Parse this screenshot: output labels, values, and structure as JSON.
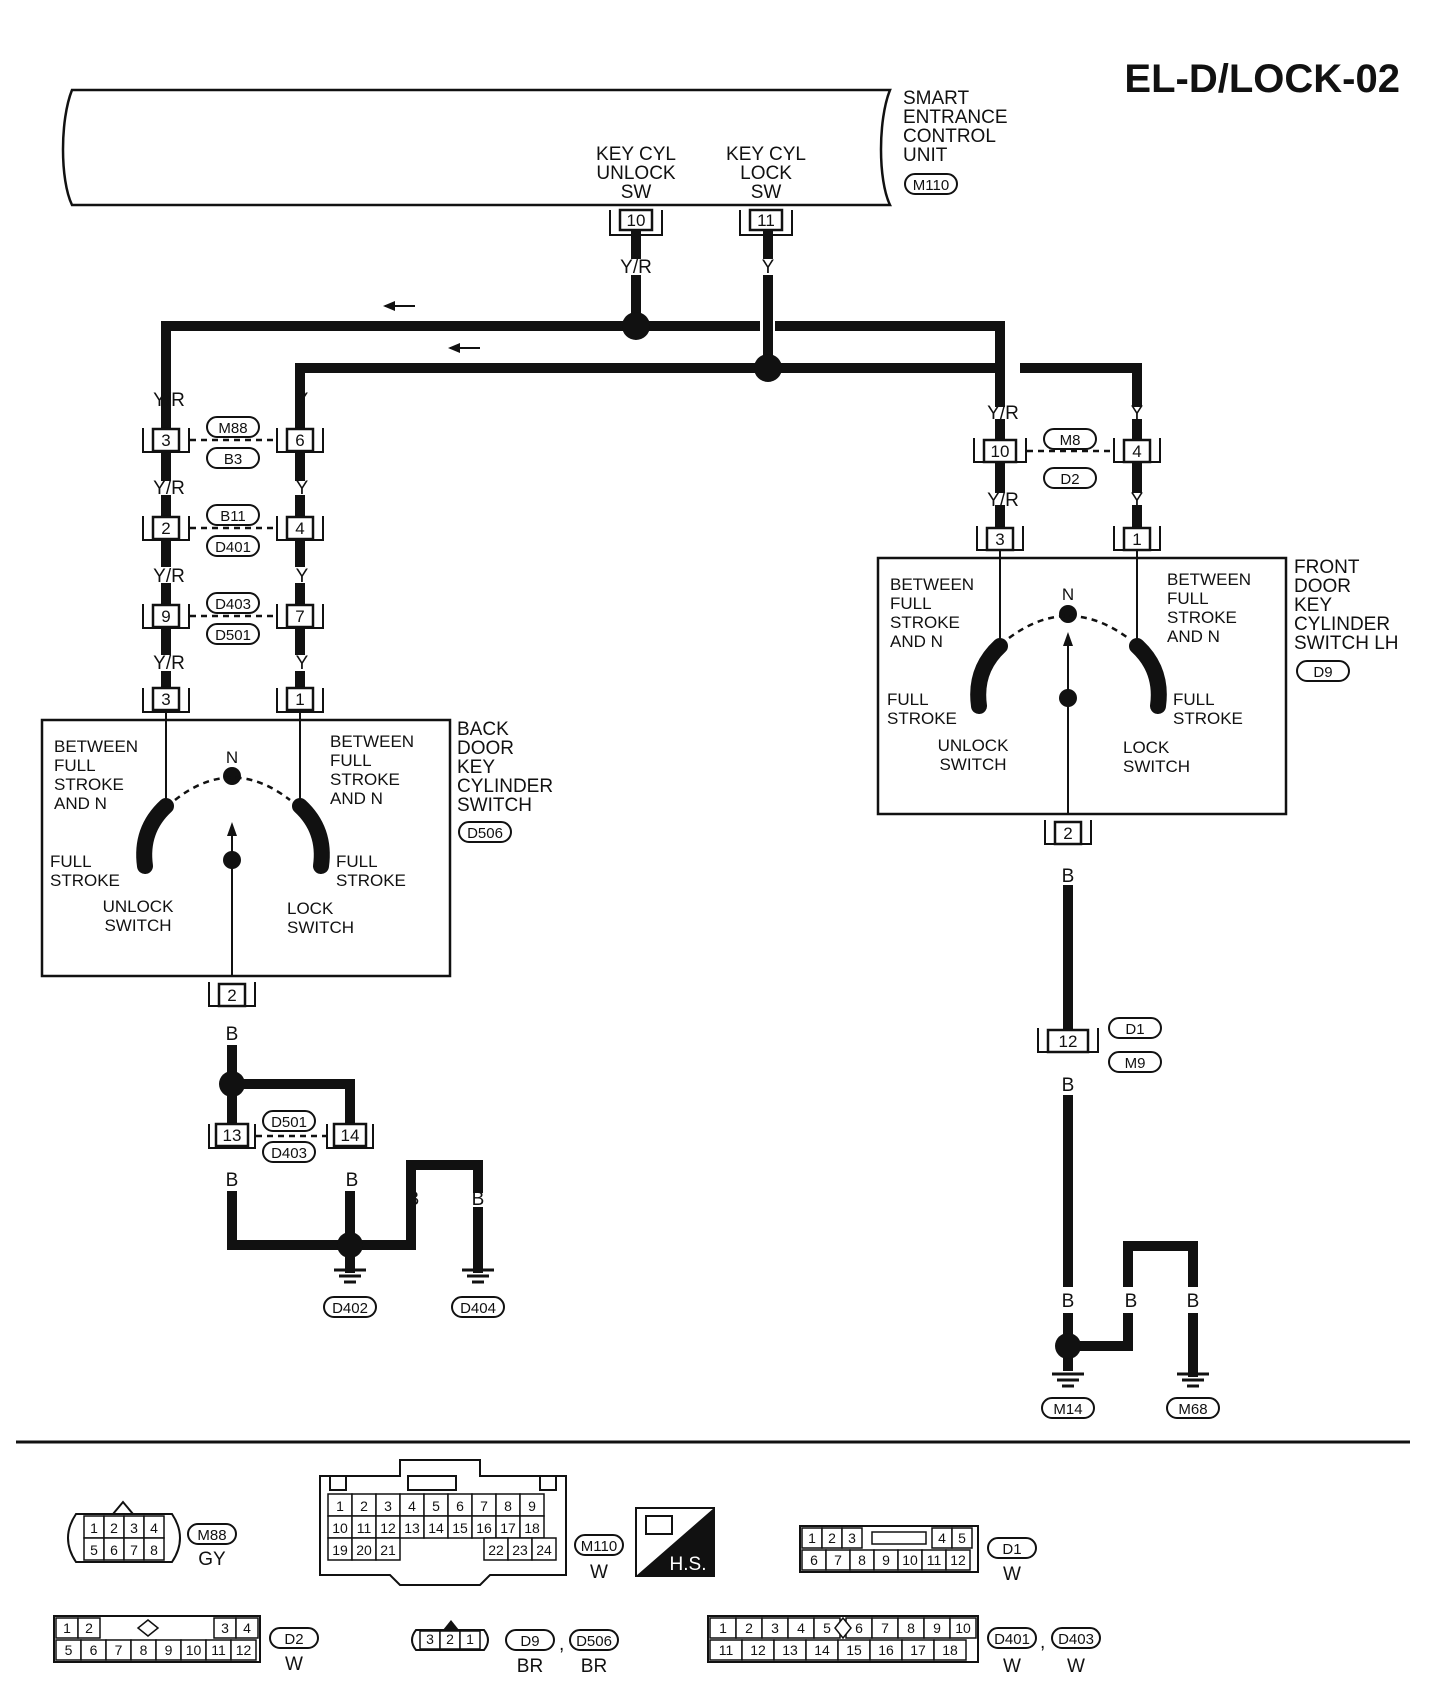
{
  "title": "EL-D/LOCK-02",
  "control_unit": {
    "label": [
      "SMART",
      "ENTRANCE",
      "CONTROL",
      "UNIT"
    ],
    "connector": "M110",
    "unlock_terminal": {
      "label": [
        "KEY CYL",
        "UNLOCK",
        "SW"
      ],
      "pin": "10",
      "wire": "Y/R"
    },
    "lock_terminal": {
      "label": [
        "KEY CYL",
        "LOCK",
        "SW"
      ],
      "pin": "11",
      "wire": "Y"
    }
  },
  "back_door_harness": {
    "joints": [
      {
        "left_pin": "3",
        "right_pin": "6",
        "conn_top": "M88",
        "conn_bottom": "B3",
        "left_wire": "Y/R",
        "right_wire": "Y"
      },
      {
        "left_pin": "2",
        "right_pin": "4",
        "conn_top": "B11",
        "conn_bottom": "D401",
        "left_wire": "Y/R",
        "right_wire": "Y"
      },
      {
        "left_pin": "9",
        "right_pin": "7",
        "conn_top": "D403",
        "conn_bottom": "D501",
        "left_wire": "Y/R",
        "right_wire": "Y"
      }
    ],
    "switch_wires": {
      "left": "Y/R",
      "right": "Y"
    }
  },
  "back_door_switch": {
    "label": [
      "BACK",
      "DOOR",
      "KEY",
      "CYLINDER",
      "SWITCH"
    ],
    "connector": "D506",
    "pins": {
      "unlock": "3",
      "lock": "1",
      "ground": "2"
    },
    "center_label": "N",
    "left_top": [
      "BETWEEN",
      "FULL",
      "STROKE",
      "AND N"
    ],
    "right_top": [
      "BETWEEN",
      "FULL",
      "STROKE",
      "AND N"
    ],
    "left_stroke": [
      "FULL",
      "STROKE"
    ],
    "right_stroke": [
      "FULL",
      "STROKE"
    ],
    "unlock_label": [
      "UNLOCK",
      "SWITCH"
    ],
    "lock_label": [
      "LOCK",
      "SWITCH"
    ]
  },
  "back_ground": {
    "wire": "B",
    "joint": {
      "left_pin": "13",
      "right_pin": "14",
      "conn_top": "D501",
      "conn_bottom": "D403"
    },
    "wires": [
      "B",
      "B",
      "B",
      "B"
    ],
    "grounds": [
      "D402",
      "D404"
    ]
  },
  "front_harness": {
    "joint": {
      "left_pin": "10",
      "right_pin": "4",
      "conn_top": "M8",
      "conn_bottom": "D2"
    },
    "wires": {
      "left_top": "Y/R",
      "right_top": "Y",
      "left_bottom": "Y/R",
      "right_bottom": "Y"
    }
  },
  "front_switch": {
    "label": [
      "FRONT",
      "DOOR",
      "KEY",
      "CYLINDER",
      "SWITCH LH"
    ],
    "connector": "D9",
    "pins": {
      "unlock": "3",
      "lock": "1",
      "ground": "2"
    },
    "center_label": "N",
    "left_top": [
      "BETWEEN",
      "FULL",
      "STROKE",
      "AND N"
    ],
    "right_top": [
      "BETWEEN",
      "FULL",
      "STROKE",
      "AND N"
    ],
    "left_stroke": [
      "FULL",
      "STROKE"
    ],
    "right_stroke": [
      "FULL",
      "STROKE"
    ],
    "unlock_label": [
      "UNLOCK",
      "SWITCH"
    ],
    "lock_label": [
      "LOCK",
      "SWITCH"
    ]
  },
  "front_ground": {
    "wire_top": "B",
    "joint": {
      "pin": "12",
      "conn_top": "D1",
      "conn_bottom": "M9"
    },
    "wire_mid": "B",
    "wires": [
      "B",
      "B",
      "B"
    ],
    "grounds": [
      "M14",
      "M68"
    ]
  },
  "connector_views": {
    "m88": {
      "tag": "M88",
      "color": "GY",
      "row1": [
        "1",
        "2",
        "3",
        "4"
      ],
      "row2": [
        "5",
        "6",
        "7",
        "8"
      ]
    },
    "m110": {
      "tag": "M110",
      "color": "W",
      "row1": [
        "1",
        "2",
        "3",
        "4",
        "5",
        "6",
        "7",
        "8",
        "9"
      ],
      "row2": [
        "10",
        "11",
        "12",
        "13",
        "14",
        "15",
        "16",
        "17",
        "18"
      ],
      "row3a": [
        "19",
        "20",
        "21"
      ],
      "row3b": [
        "22",
        "23",
        "24"
      ]
    },
    "hs": "H.S.",
    "d1": {
      "tag": "D1",
      "color": "W",
      "row1a": [
        "1",
        "2",
        "3"
      ],
      "row1b": [
        "4",
        "5"
      ],
      "row2": [
        "6",
        "7",
        "8",
        "9",
        "10",
        "11",
        "12"
      ]
    },
    "d2": {
      "tag": "D2",
      "color": "W",
      "row1a": [
        "1",
        "2"
      ],
      "row1b": [
        "3",
        "4"
      ],
      "row2": [
        "5",
        "6",
        "7",
        "8",
        "9",
        "10",
        "11",
        "12"
      ]
    },
    "d9": {
      "pins": [
        "3",
        "2",
        "1"
      ],
      "tags": [
        "D9",
        "D506"
      ],
      "sep": ",",
      "colors": [
        "BR",
        "BR"
      ]
    },
    "d401": {
      "row1a": [
        "1",
        "2",
        "3",
        "4",
        "5"
      ],
      "row1b": [
        "6",
        "7",
        "8",
        "9",
        "10"
      ],
      "row2": [
        "11",
        "12",
        "13",
        "14",
        "15",
        "16",
        "17",
        "18"
      ],
      "tags": [
        "D401",
        "D403"
      ],
      "sep": ",",
      "colors": [
        "W",
        "W"
      ]
    }
  }
}
